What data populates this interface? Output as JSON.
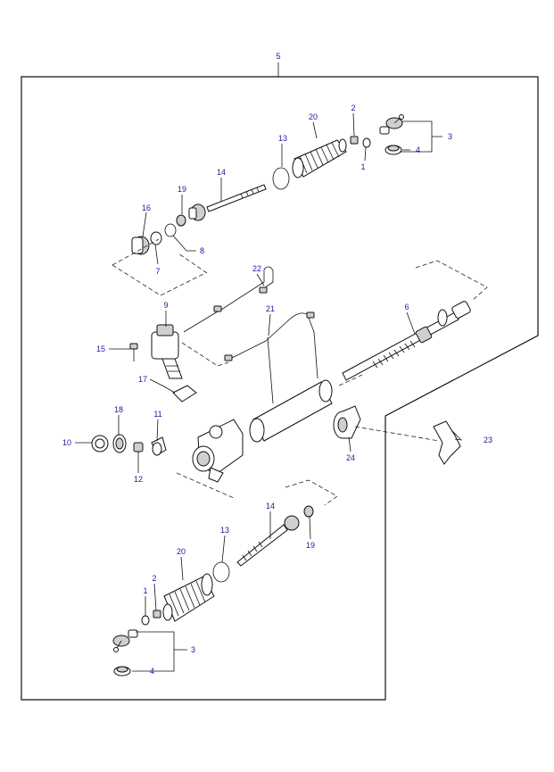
{
  "callouts": {
    "c5": "5",
    "c20a": "20",
    "c2a": "2",
    "c3a": "3",
    "c13a": "13",
    "c1a": "1",
    "c4a": "4",
    "c14a": "14",
    "c19a": "19",
    "c16": "16",
    "c8": "8",
    "c7": "7",
    "c22": "22",
    "c9": "9",
    "c21": "21",
    "c6": "6",
    "c15": "15",
    "c17": "17",
    "c18": "18",
    "c11": "11",
    "c10": "10",
    "c12": "12",
    "c23": "23",
    "c24": "24",
    "c14b": "14",
    "c13b": "13",
    "c19b": "19",
    "c20b": "20",
    "c2b": "2",
    "c1b": "1",
    "c3b": "3",
    "c4b": "4"
  }
}
